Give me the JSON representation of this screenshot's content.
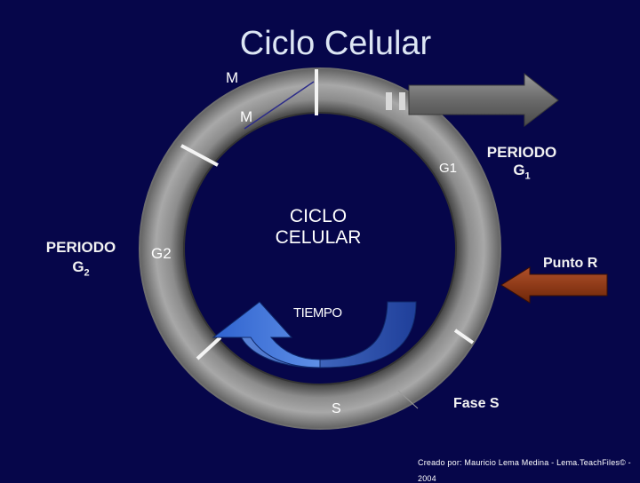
{
  "title": "Ciclo Celular",
  "labels": {
    "m_top": "M",
    "m_ring": "M",
    "g1_ring": "G1",
    "periodo_g1": "PERIODO",
    "periodo_g1_sub_main": "G",
    "periodo_g1_sub_index": "1",
    "center_line1": "CICLO",
    "center_line2": "CELULAR",
    "periodo_g2": "PERIODO",
    "periodo_g2_sub_main": "G",
    "periodo_g2_sub_index": "2",
    "g2_ring": "G2",
    "punto_r": "Punto R",
    "tiempo": "TIEMPO",
    "s_ring": "S",
    "fase_s": "Fase S"
  },
  "footer": {
    "line1": "Creado por: Mauricio Lema Medina - Lema.TeachFiles© -",
    "line2": "2004"
  },
  "colors": {
    "background": "#06064a",
    "ring_light": "#8a8a8a",
    "ring_dark": "#4a4a4a",
    "curved_arrow": "#3c6ed2",
    "punto_r_arrow": "#8a3414",
    "exit_arrow": "#6e6e6e"
  }
}
